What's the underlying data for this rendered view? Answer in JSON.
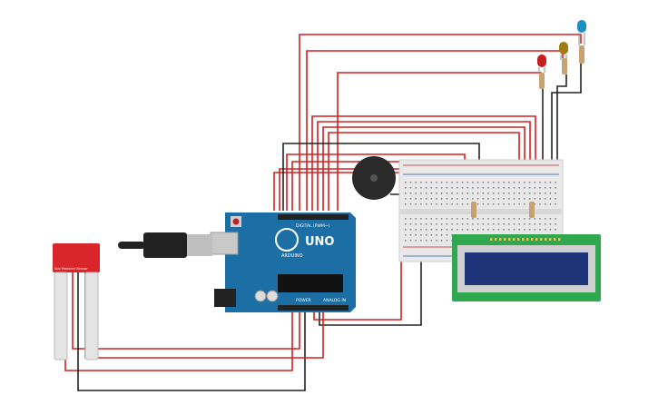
{
  "board": {
    "brand": "UNO",
    "sub_brand": "ARDUINO",
    "digital_label": "DIGITAL (PWM~)",
    "power_label": "POWER",
    "analog_label": "ANALOG IN",
    "body_color": "#1b6fa5",
    "header_color": "#222222"
  },
  "sensor": {
    "pin_labels": "Soil  Moisture  Sensor",
    "board_color": "#d8262a"
  },
  "leds": [
    {
      "name": "blue-led",
      "color": "#1d8fc0"
    },
    {
      "name": "yellow-led",
      "color": "#a07d14"
    },
    {
      "name": "red-led",
      "color": "#c42020"
    }
  ],
  "lcd": {
    "pcb_color": "#2fa84f",
    "screen_color": "#1d3478",
    "pin_count": 16
  },
  "wire_colors": {
    "red": "#d42020",
    "black": "#222222"
  },
  "icons": [
    "usb-cable-icon",
    "buzzer-icon",
    "breadboard-icon",
    "lcd-icon",
    "resistor-icon"
  ]
}
